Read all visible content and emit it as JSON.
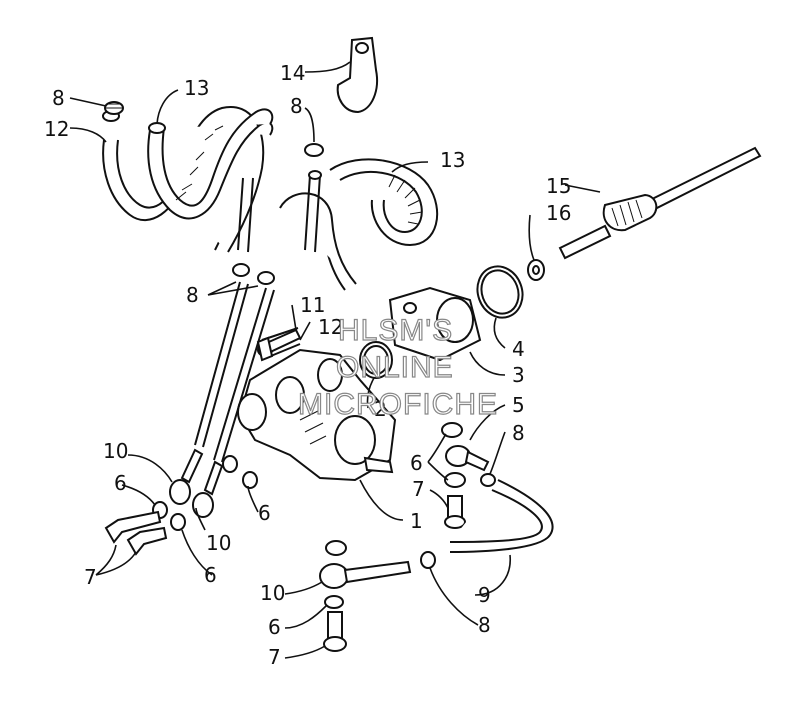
{
  "callouts": {
    "c8_top_left": "8",
    "c12_top_left": "12",
    "c13_top_left": "13",
    "c14": "14",
    "c8_top_mid": "8",
    "c13_right": "13",
    "c15": "15",
    "c16": "16",
    "c8_mid_left": "8",
    "c11": "11",
    "c12_mid": "12",
    "c4": "4",
    "c3": "3",
    "c2": "2",
    "c5": "5",
    "c10_left": "10",
    "c8_right": "8",
    "c6_right": "6",
    "c6_left": "6",
    "c7_right": "7",
    "c6_mid": "6",
    "c10_mid": "10",
    "c1": "1",
    "c7_left": "7",
    "c6_lower_left": "6",
    "c9": "9",
    "c10_bottom": "10",
    "c8_bottom": "8",
    "c6_bottom": "6",
    "c7_bottom": "7"
  },
  "watermark": {
    "line1": "HLSM'S",
    "line2": "ONLINE",
    "line3": "MICROFICHE"
  },
  "colors": {
    "ink": "#111111",
    "background": "#ffffff",
    "watermark_outline": "#888888"
  }
}
